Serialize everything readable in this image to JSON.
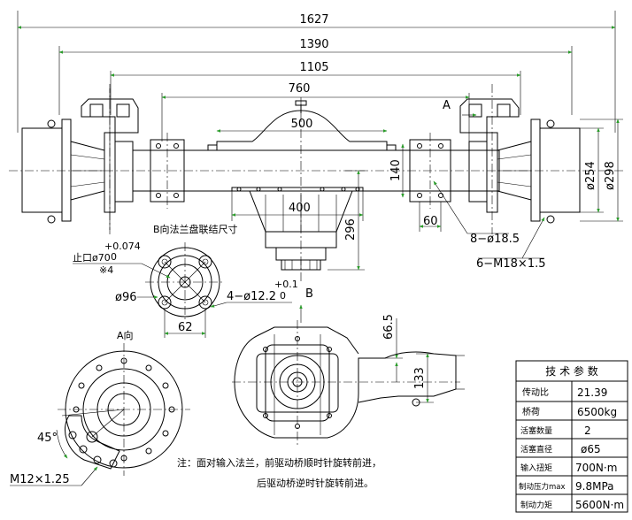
{
  "dimensions": {
    "overall_1627": "1627",
    "track_1390": "1390",
    "spring_1105": "1105",
    "pad_760": "760",
    "housing_500": "500",
    "diff_400": "400",
    "height_296": "296",
    "pad_140": "140",
    "pad_60": "60",
    "bolts_8": "8−ø18.5",
    "bolts_6": "6−M18×1.5",
    "drum_254": "ø254",
    "drum_298": "ø298",
    "flange_96": "ø96",
    "flange_62": "62",
    "flange_holes": "4−ø12.2",
    "flange_tol": "+0.1",
    "flange_tol_zero": "0",
    "pilot_label": "止口ø70",
    "pilot_tol": "+0.074",
    "pilot_tol_zero": "0",
    "pilot_tol_star": "※4",
    "side_66_5": "66.5",
    "side_133": "133",
    "angle_45": "45°",
    "thread_m12": "M12×1.25"
  },
  "labels": {
    "flange_title": "B向法兰盘联结尺寸",
    "view_a": "A向",
    "view_b": "B",
    "arrow_a": "A"
  },
  "note": {
    "line1": "注：面对输入法兰，前驱动桥顺时针旋转前进，",
    "line2": "后驱动桥逆时针旋转前进。"
  },
  "spec_table": {
    "title": "技 术 参 数",
    "rows": [
      {
        "k": "传动比",
        "v": "21.39"
      },
      {
        "k": "桥荷",
        "v": "6500kg"
      },
      {
        "k": "活塞数量",
        "v": "2"
      },
      {
        "k": "活塞直径",
        "v": "ø65"
      },
      {
        "k": "输入扭矩",
        "v": "700N·m"
      },
      {
        "k": "制动压力max",
        "v": "9.8MPa"
      },
      {
        "k": "制动力矩",
        "v": "5600N·m"
      }
    ]
  }
}
